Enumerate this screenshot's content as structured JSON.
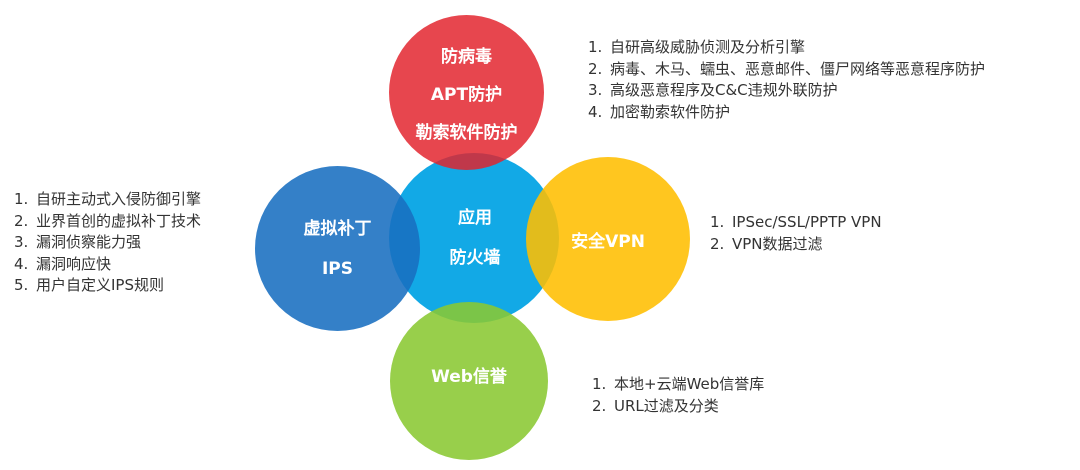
{
  "circles": {
    "top": {
      "lines": [
        "防病毒",
        "APT防护",
        "勒索软件防护"
      ],
      "color": "#e2232c"
    },
    "left": {
      "lines": [
        "虚拟补丁",
        "IPS"
      ],
      "color": "#186ec0"
    },
    "center": {
      "lines": [
        "应用",
        "防火墙"
      ],
      "color": "#12a9e6"
    },
    "right": {
      "lines": [
        "安全VPN"
      ],
      "color": "#ffbe00"
    },
    "bottom": {
      "lines": [
        "Web信誉"
      ],
      "color": "#8ac832"
    }
  },
  "lists": {
    "top": [
      {
        "num": "1.",
        "text": "自研高级威胁侦测及分析引擎"
      },
      {
        "num": "2.",
        "text": "病毒、木马、蠕虫、恶意邮件、僵尸网络等恶意程序防护"
      },
      {
        "num": "3.",
        "text": "高级恶意程序及C&C违规外联防护"
      },
      {
        "num": "4.",
        "text": "加密勒索软件防护"
      }
    ],
    "left": [
      {
        "num": "1.",
        "text": "自研主动式入侵防御引擎"
      },
      {
        "num": "2.",
        "text": "业界首创的虚拟补丁技术"
      },
      {
        "num": "3.",
        "text": "漏洞侦察能力强"
      },
      {
        "num": "4.",
        "text": "漏洞响应快"
      },
      {
        "num": "5.",
        "text": "用户自定义IPS规则"
      }
    ],
    "right": [
      {
        "num": "1.",
        "text": "IPSec/SSL/PPTP VPN"
      },
      {
        "num": "2.",
        "text": "VPN数据过滤"
      }
    ],
    "bottom": [
      {
        "num": "1.",
        "text": "本地+云端Web信誉库"
      },
      {
        "num": "2.",
        "text": "URL过滤及分类"
      }
    ]
  }
}
